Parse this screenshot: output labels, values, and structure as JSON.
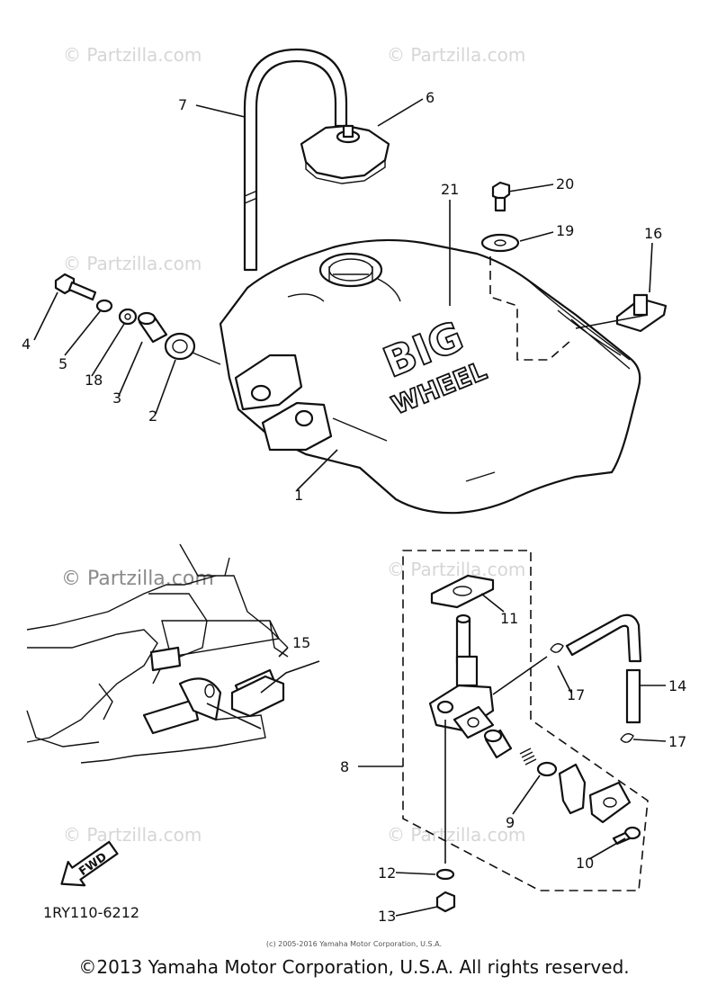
{
  "watermark": {
    "text": "© Partzilla.com",
    "text_prominent": "© Partzilla.com"
  },
  "callouts": {
    "c1": "1",
    "c2": "2",
    "c3": "3",
    "c4": "4",
    "c5": "5",
    "c6": "6",
    "c7": "7",
    "c8": "8",
    "c9": "9",
    "c10": "10",
    "c11": "11",
    "c12": "12",
    "c13": "13",
    "c14": "14",
    "c15": "15",
    "c16": "16",
    "c17a": "17",
    "c17b": "17",
    "c18": "18",
    "c19": "19",
    "c20": "20",
    "c21": "21"
  },
  "tank_logo": {
    "line1": "BIG",
    "line2": "WHEEL"
  },
  "fwd_arrow": "FWD",
  "diagram_code": "1RY110-6212",
  "copyright_small": "(c) 2005-2016 Yamaha Motor Corporation, U.S.A.",
  "copyright_main": "©2013 Yamaha Motor Corporation, U.S.A. All rights reserved."
}
